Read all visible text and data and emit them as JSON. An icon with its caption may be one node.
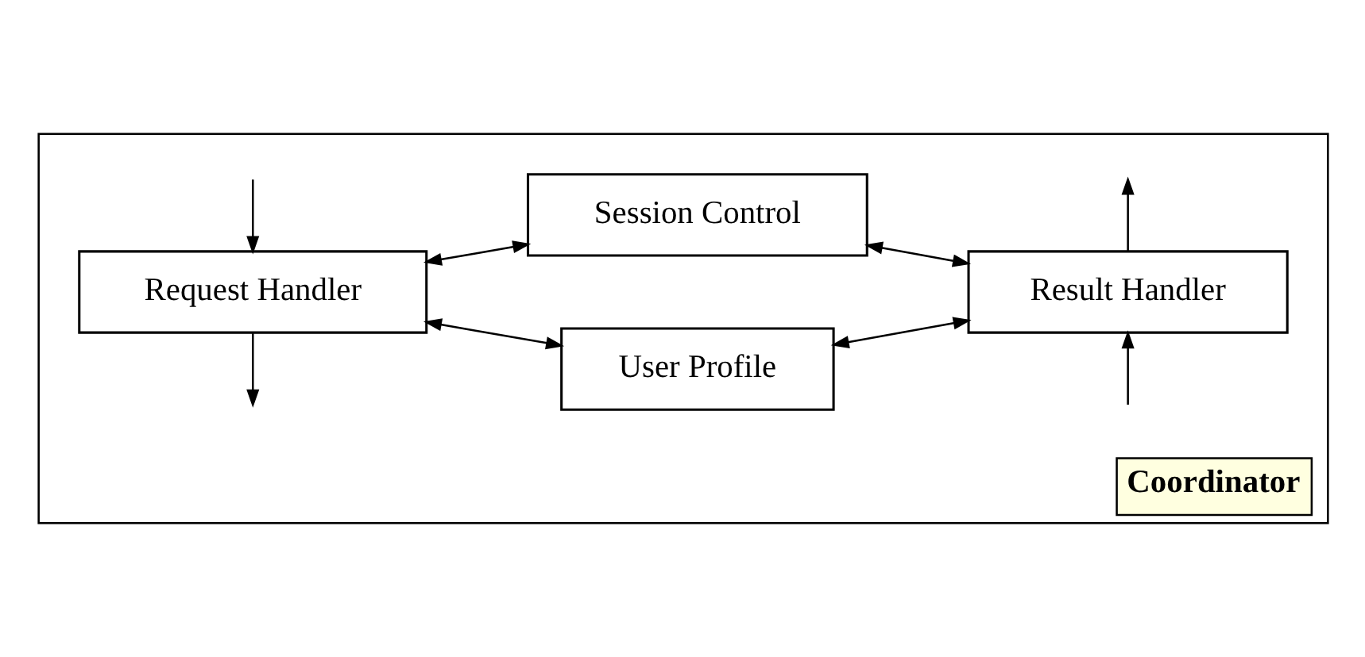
{
  "diagram": {
    "nodes": [
      {
        "text": [
          "Coordinator"
        ]
      },
      {
        "text": [
          "Request Handler"
        ],
        "in": 0
      },
      {
        "text": [
          "User Profile"
        ],
        "in": 0
      },
      {
        "text": [
          "Session Control"
        ],
        "in": 0
      },
      {
        "text": [
          "Result Handler"
        ],
        "in": 0
      }
    ],
    "edges": [
      {
        "from": null,
        "to": 1,
        "arrow": "to"
      },
      {
        "from": 1,
        "to": null,
        "arrow": "to"
      },
      {
        "from": 1,
        "to": 2,
        "arrow": "both"
      },
      {
        "from": 1,
        "to": 3,
        "arrow": "both"
      },
      {
        "from": 2,
        "to": 4,
        "arrow": "both"
      },
      {
        "from": 3,
        "to": 4,
        "arrow": "both"
      },
      {
        "from": 4,
        "to": null,
        "arrow": "to"
      },
      {
        "from": null,
        "to": 4,
        "arrow": "to"
      }
    ]
  }
}
